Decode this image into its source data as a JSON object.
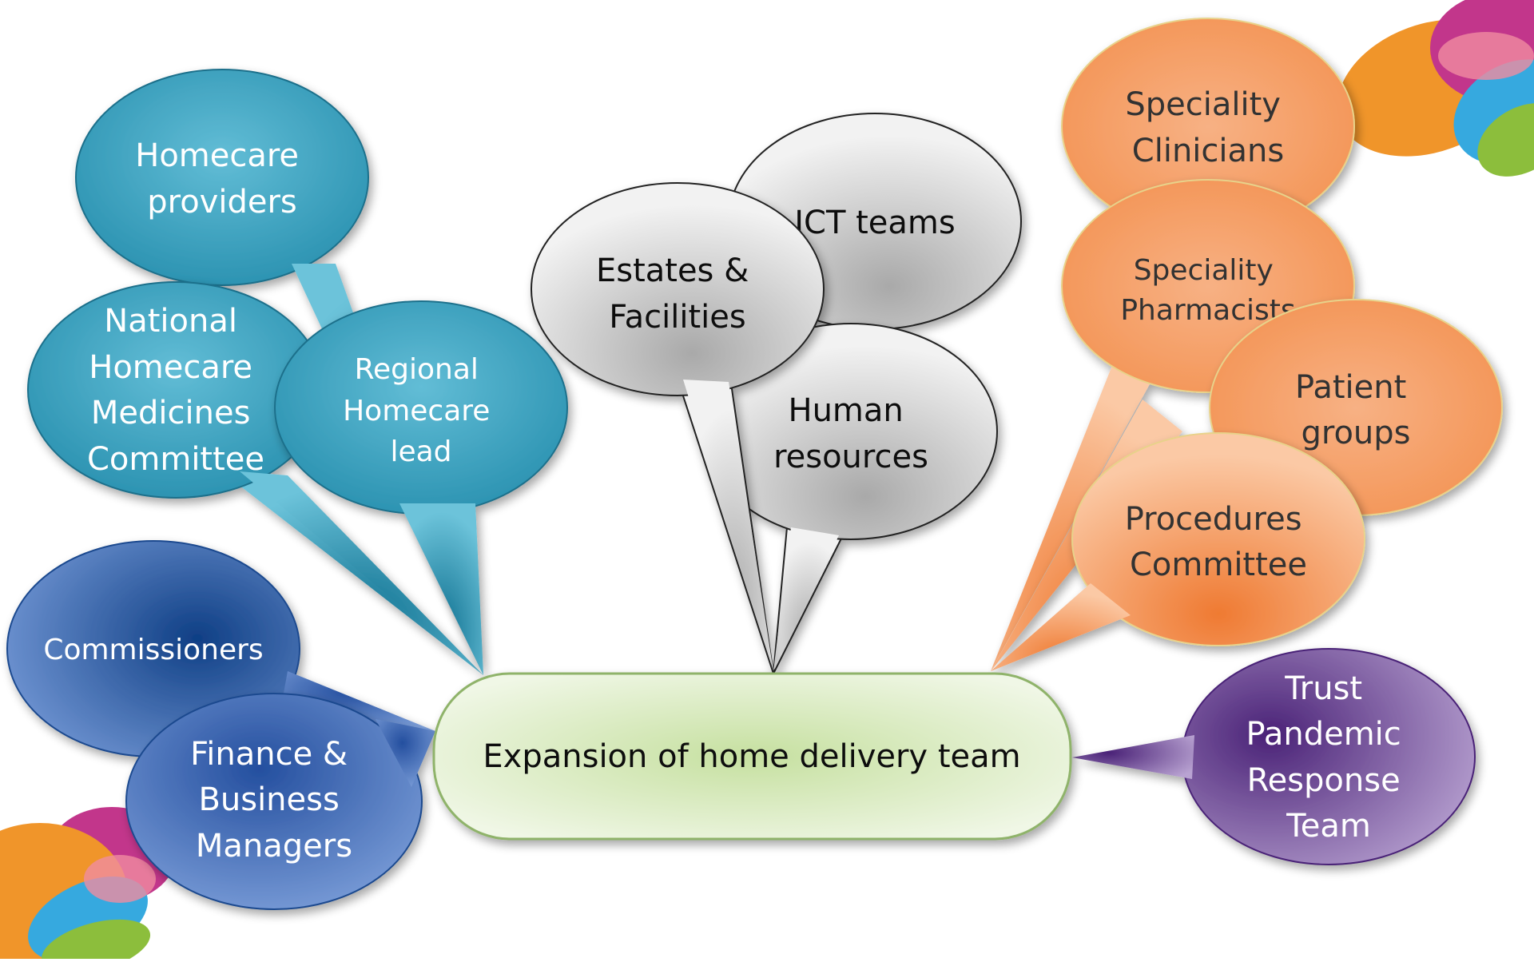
{
  "central": {
    "label": "Expansion of home delivery team"
  },
  "bubbles": {
    "homecare_providers": [
      "Homecare",
      "providers"
    ],
    "national_committee": [
      "National",
      "Homecare",
      "Medicines",
      "Committee"
    ],
    "regional_lead": [
      "Regional",
      "Homecare",
      "lead"
    ],
    "commissioners": [
      "Commissioners"
    ],
    "finance_managers": [
      "Finance &",
      "Business",
      "Managers"
    ],
    "estates_facilities": [
      "Estates &",
      "Facilities"
    ],
    "ict_teams": [
      "ICT teams"
    ],
    "human_resources": [
      "Human",
      "resources"
    ],
    "speciality_clinicians": [
      "Speciality",
      "Clinicians"
    ],
    "speciality_pharmacists": [
      "Speciality",
      "Pharmacists"
    ],
    "patient_groups": [
      "Patient",
      "groups"
    ],
    "procedures_committee": [
      "Procedures",
      "Committee"
    ],
    "pandemic_team": [
      "Trust",
      "Pandemic",
      "Response",
      "Team"
    ]
  },
  "colors": {
    "teal": "#2aa0bd",
    "blue": "#3a6cb8",
    "grey": "#c8c8c8",
    "orange": "#f5904f",
    "purple": "#6a3d96",
    "central_fill": "#dcedc2",
    "central_border": "#8fb36a"
  }
}
